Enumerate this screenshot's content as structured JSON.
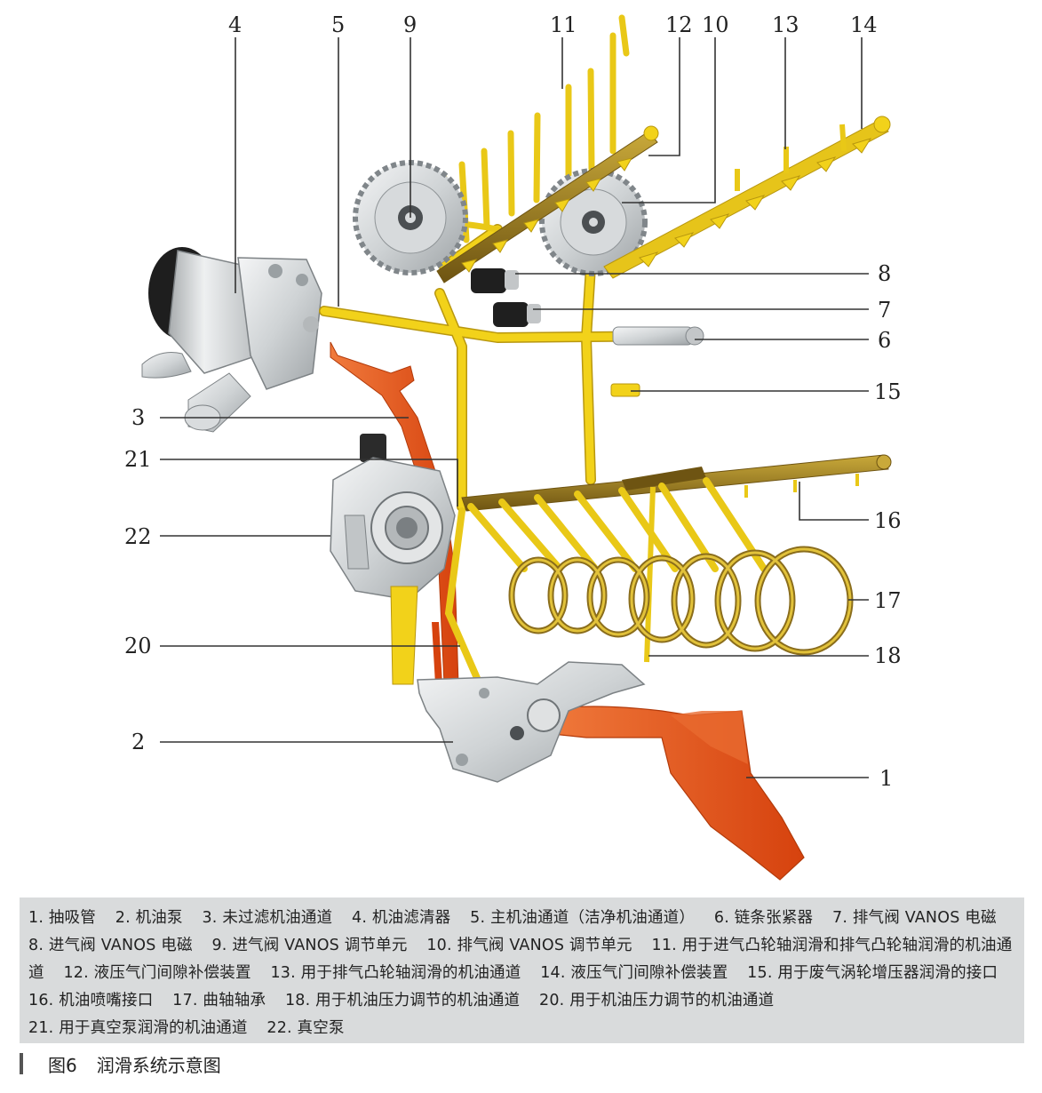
{
  "callouts": {
    "c1": "1",
    "c2": "2",
    "c3": "3",
    "c4": "4",
    "c5": "5",
    "c6": "6",
    "c7": "7",
    "c8": "8",
    "c9": "9",
    "c10": "10",
    "c11": "11",
    "c12": "12",
    "c13": "13",
    "c14": "14",
    "c15": "15",
    "c16": "16",
    "c17": "17",
    "c18": "18",
    "c20": "20",
    "c21": "21",
    "c22": "22"
  },
  "legend": [
    "1. 抽吸管",
    "2. 机油泵",
    "3. 未过滤机油通道",
    "4. 机油滤清器",
    "5. 主机油通道（洁净机油通道）",
    "6. 链条张紧器",
    "7. 排气阀 VANOS 电磁",
    "8. 进气阀 VANOS 电磁",
    "9. 进气阀 VANOS 调节单元",
    "10. 排气阀 VANOS 调节单元",
    "11. 用于进气凸轮轴润滑和排气凸轮轴润滑的机油通道",
    "12. 液压气门间隙补偿装置",
    "13. 用于排气凸轮轴润滑的机油通道",
    "14. 液压气门间隙补偿装置",
    "15. 用于废气涡轮增压器润滑的接口",
    "16. 机油喷嘴接口",
    "17. 曲轴轴承",
    "18. 用于机油压力调节的机油通道",
    "20. 用于机油压力调节的机油通道",
    "21. 用于真空泵润滑的机油通道",
    "22. 真空泵"
  ],
  "caption": {
    "number": "图6",
    "title": "润滑系统示意图"
  },
  "colors": {
    "oil_channel": "#f2d21a",
    "oil_channel_dark": "#b8970f",
    "suction_pipe": "#e5561c",
    "unfiltered": "#e5561c",
    "rail": "#8a6d1c",
    "metal": "#cfd2d4",
    "legend_bg": "#d9dbdc"
  }
}
